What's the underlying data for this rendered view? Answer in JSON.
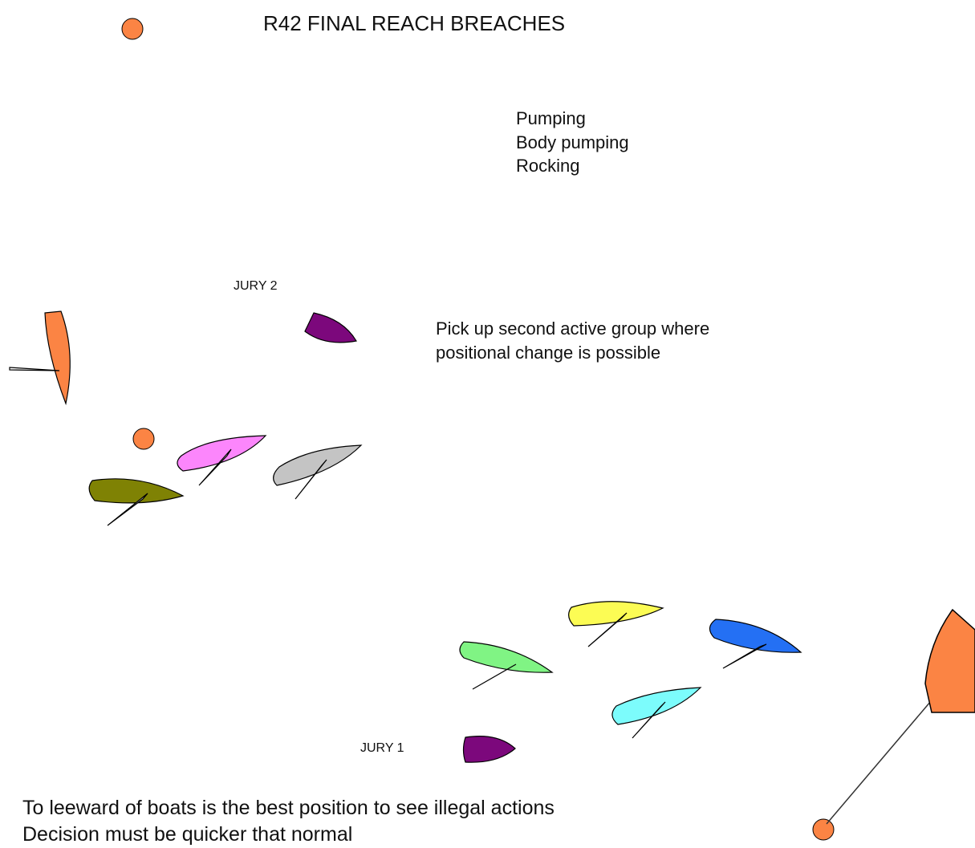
{
  "title": "R42 FINAL REACH BREACHES",
  "breaches": [
    "Pumping",
    "Body pumping",
    "Rocking"
  ],
  "jury_labels": {
    "jury2": "JURY 2",
    "jury1": "JURY 1"
  },
  "note": [
    "Pick up second active group where",
    "positional change is possible"
  ],
  "footer": [
    "To leeward of boats is the best position to see illegal actions",
    "Decision must be quicker that normal"
  ],
  "colors": {
    "mark": "#fb8444",
    "jury_boat": "#7c087c",
    "committee_boat": "#fb8444",
    "boats": {
      "pink": "#fc86fc",
      "grey": "#c4c4c4",
      "olive": "#7f8204",
      "yellow": "#fcfc54",
      "blue": "#2470f4",
      "green": "#80f484",
      "cyan": "#7cfcfc"
    }
  }
}
